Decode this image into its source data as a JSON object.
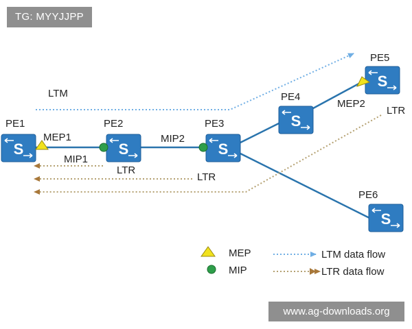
{
  "watermark_top": "TG: MYYJJPP",
  "watermark_bottom": "www.ag-downloads.org",
  "colors": {
    "switch_fill": "#2f7cc1",
    "switch_border": "#1d5d98",
    "link": "#2a74ad",
    "ltm_flow": "#6faee4",
    "ltr_flow": "#b4a070",
    "mep": "#f1e21d",
    "mip": "#2e9e4a"
  },
  "switch_icon_letter": "S",
  "devices": {
    "pe1": "PE1",
    "pe2": "PE2",
    "pe3": "PE3",
    "pe4": "PE4",
    "pe5": "PE5",
    "pe6": "PE6"
  },
  "labels": {
    "ltm": "LTM",
    "mep1": "MEP1",
    "mip1": "MIP1",
    "mip2": "MIP2",
    "mep2": "MEP2",
    "ltr_pe2": "LTR",
    "ltr_pe3": "LTR",
    "ltr_pe5": "LTR"
  },
  "legend": {
    "mep": "MEP",
    "mip": "MIP",
    "ltm_flow": "LTM data flow",
    "ltr_flow": "LTR data flow"
  }
}
